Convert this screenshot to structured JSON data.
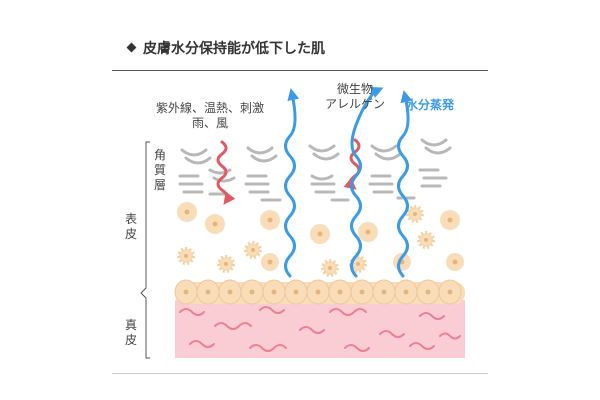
{
  "title": "皮膚水分保持能が低下した肌",
  "labels": {
    "external_factors_line1": "紫外線、温熱、刺激",
    "external_factors_line2": "雨、風",
    "allergen_line1": "微生物",
    "allergen_line2": "アレルゲン",
    "water_evaporation": "水分蒸発",
    "stratum_corneum": [
      "角",
      "質",
      "層"
    ],
    "epidermis": [
      "表",
      "皮"
    ],
    "dermis": [
      "真",
      "皮"
    ]
  },
  "icons": {
    "inward_arrow": "red-wavy-arrow-icon",
    "outward_arrow": "blue-wavy-arrow-icon"
  },
  "colors": {
    "inward_arrow": "#e05a63",
    "outward_arrow": "#3b9be6",
    "cell_fill": "#f9ddb9",
    "cell_nucleus": "#e6b57c",
    "dermis_fill": "#f9cdd3",
    "dermis_fiber": "#ec7f90",
    "corneum_flake": "#b8b8b8"
  }
}
